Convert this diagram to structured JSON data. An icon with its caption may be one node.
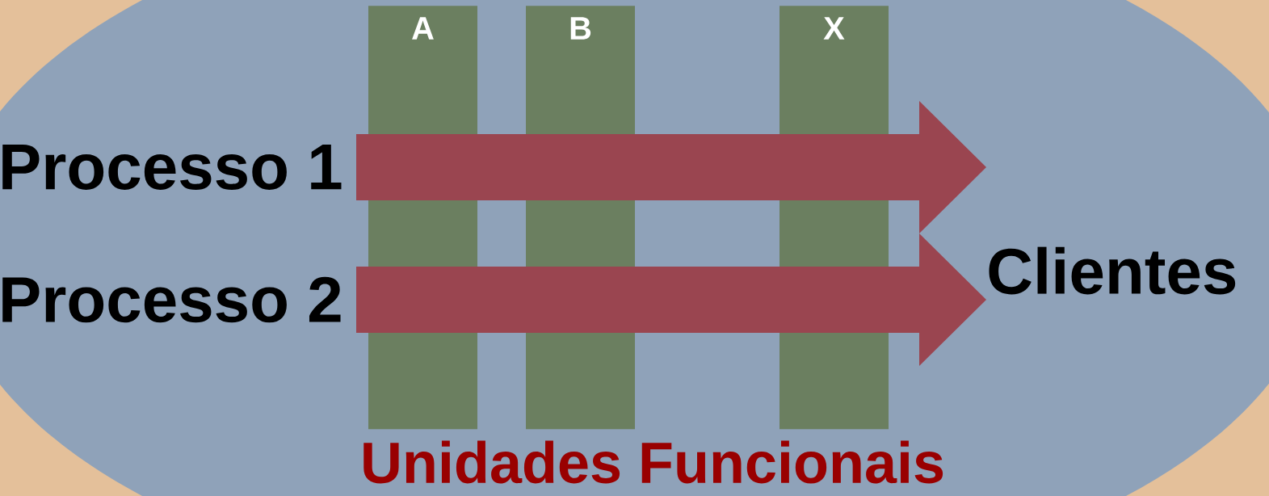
{
  "diagram": {
    "nodes": [
      {
        "text": [
          "Processo 1"
        ]
      },
      {
        "text": [
          "Processo 2"
        ]
      },
      {
        "text": [
          "A"
        ]
      },
      {
        "text": [
          "B"
        ]
      },
      {
        "text": [
          "X"
        ]
      },
      {
        "text": [
          "Clientes"
        ]
      }
    ],
    "edges": [
      {
        "from": 0,
        "to": 5,
        "arrow": "to",
        "style": "thick",
        "color": "#9a4550"
      },
      {
        "from": 1,
        "to": 5,
        "arrow": "to",
        "style": "thick",
        "color": "#9a4550"
      }
    ],
    "labels": [
      "Unidades Funcionais"
    ]
  }
}
